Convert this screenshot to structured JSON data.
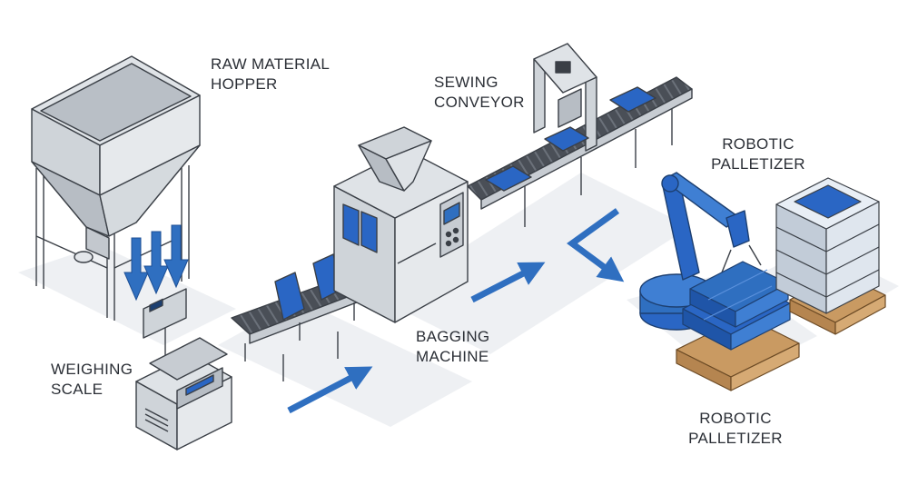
{
  "labels": {
    "hopper": {
      "line1": "RAW MATERIAL",
      "line2": "HOPPER"
    },
    "scale": {
      "line1": "WEIGHING",
      "line2": "SCALE"
    },
    "bagging": {
      "line1": "BAGGING",
      "line2": "MACHINE"
    },
    "sewing": {
      "line1": "SEWING",
      "line2": "CONVEYOR"
    },
    "palletizer_top": {
      "line1": "ROBOTIC",
      "line2": "PALLETIZER"
    },
    "palletizer_bottom": {
      "line1": "ROBOTIC",
      "line2": "PALLETIZER"
    }
  },
  "colors": {
    "accent_blue": "#2f6fc0",
    "bag_blue": "#2a66c4",
    "steel_light": "#e3e6ea",
    "steel_mid": "#c7ccd2",
    "steel_dark": "#9aa1a9",
    "outline": "#3a3f46",
    "shadow": "#eceef1",
    "wood": "#c99a62",
    "wrap": "#d6dee8"
  },
  "icons": {
    "flow_arrows": "flow-arrow-icon",
    "down_arrows": "down-arrow-icon"
  }
}
